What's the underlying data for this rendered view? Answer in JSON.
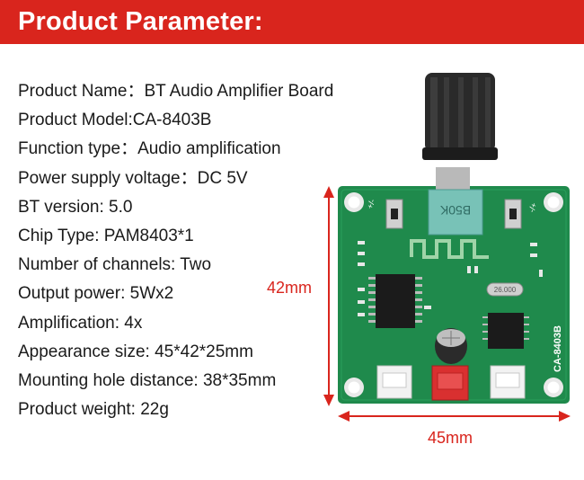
{
  "banner": {
    "title": "Product Parameter:"
  },
  "params": [
    "Product Name：BT Audio Amplifier Board",
    "Product Model:CA-8403B",
    "Function type：Audio amplification",
    "Power supply voltage：DC 5V",
    "BT version: 5.0",
    "Chip Type: PAM8403*1",
    "Number of channels: Two",
    "Output power: 5Wx2",
    "Amplification: 4x",
    "Appearance size: 45*42*25mm",
    "Mounting hole distance: 38*35mm",
    "Product weight: 22g"
  ],
  "dimensions": {
    "height_label": "42mm",
    "width_label": "45mm"
  },
  "board": {
    "pot_marking": "B50K",
    "model_marking": "CA-8403B",
    "crystal_marking": "26.000",
    "left_button_marking": "+/-",
    "right_button_marking": "-/+"
  },
  "colors": {
    "accent": "#d9251d",
    "pcb": "#1f8a4c",
    "text": "#1a1a1a"
  }
}
